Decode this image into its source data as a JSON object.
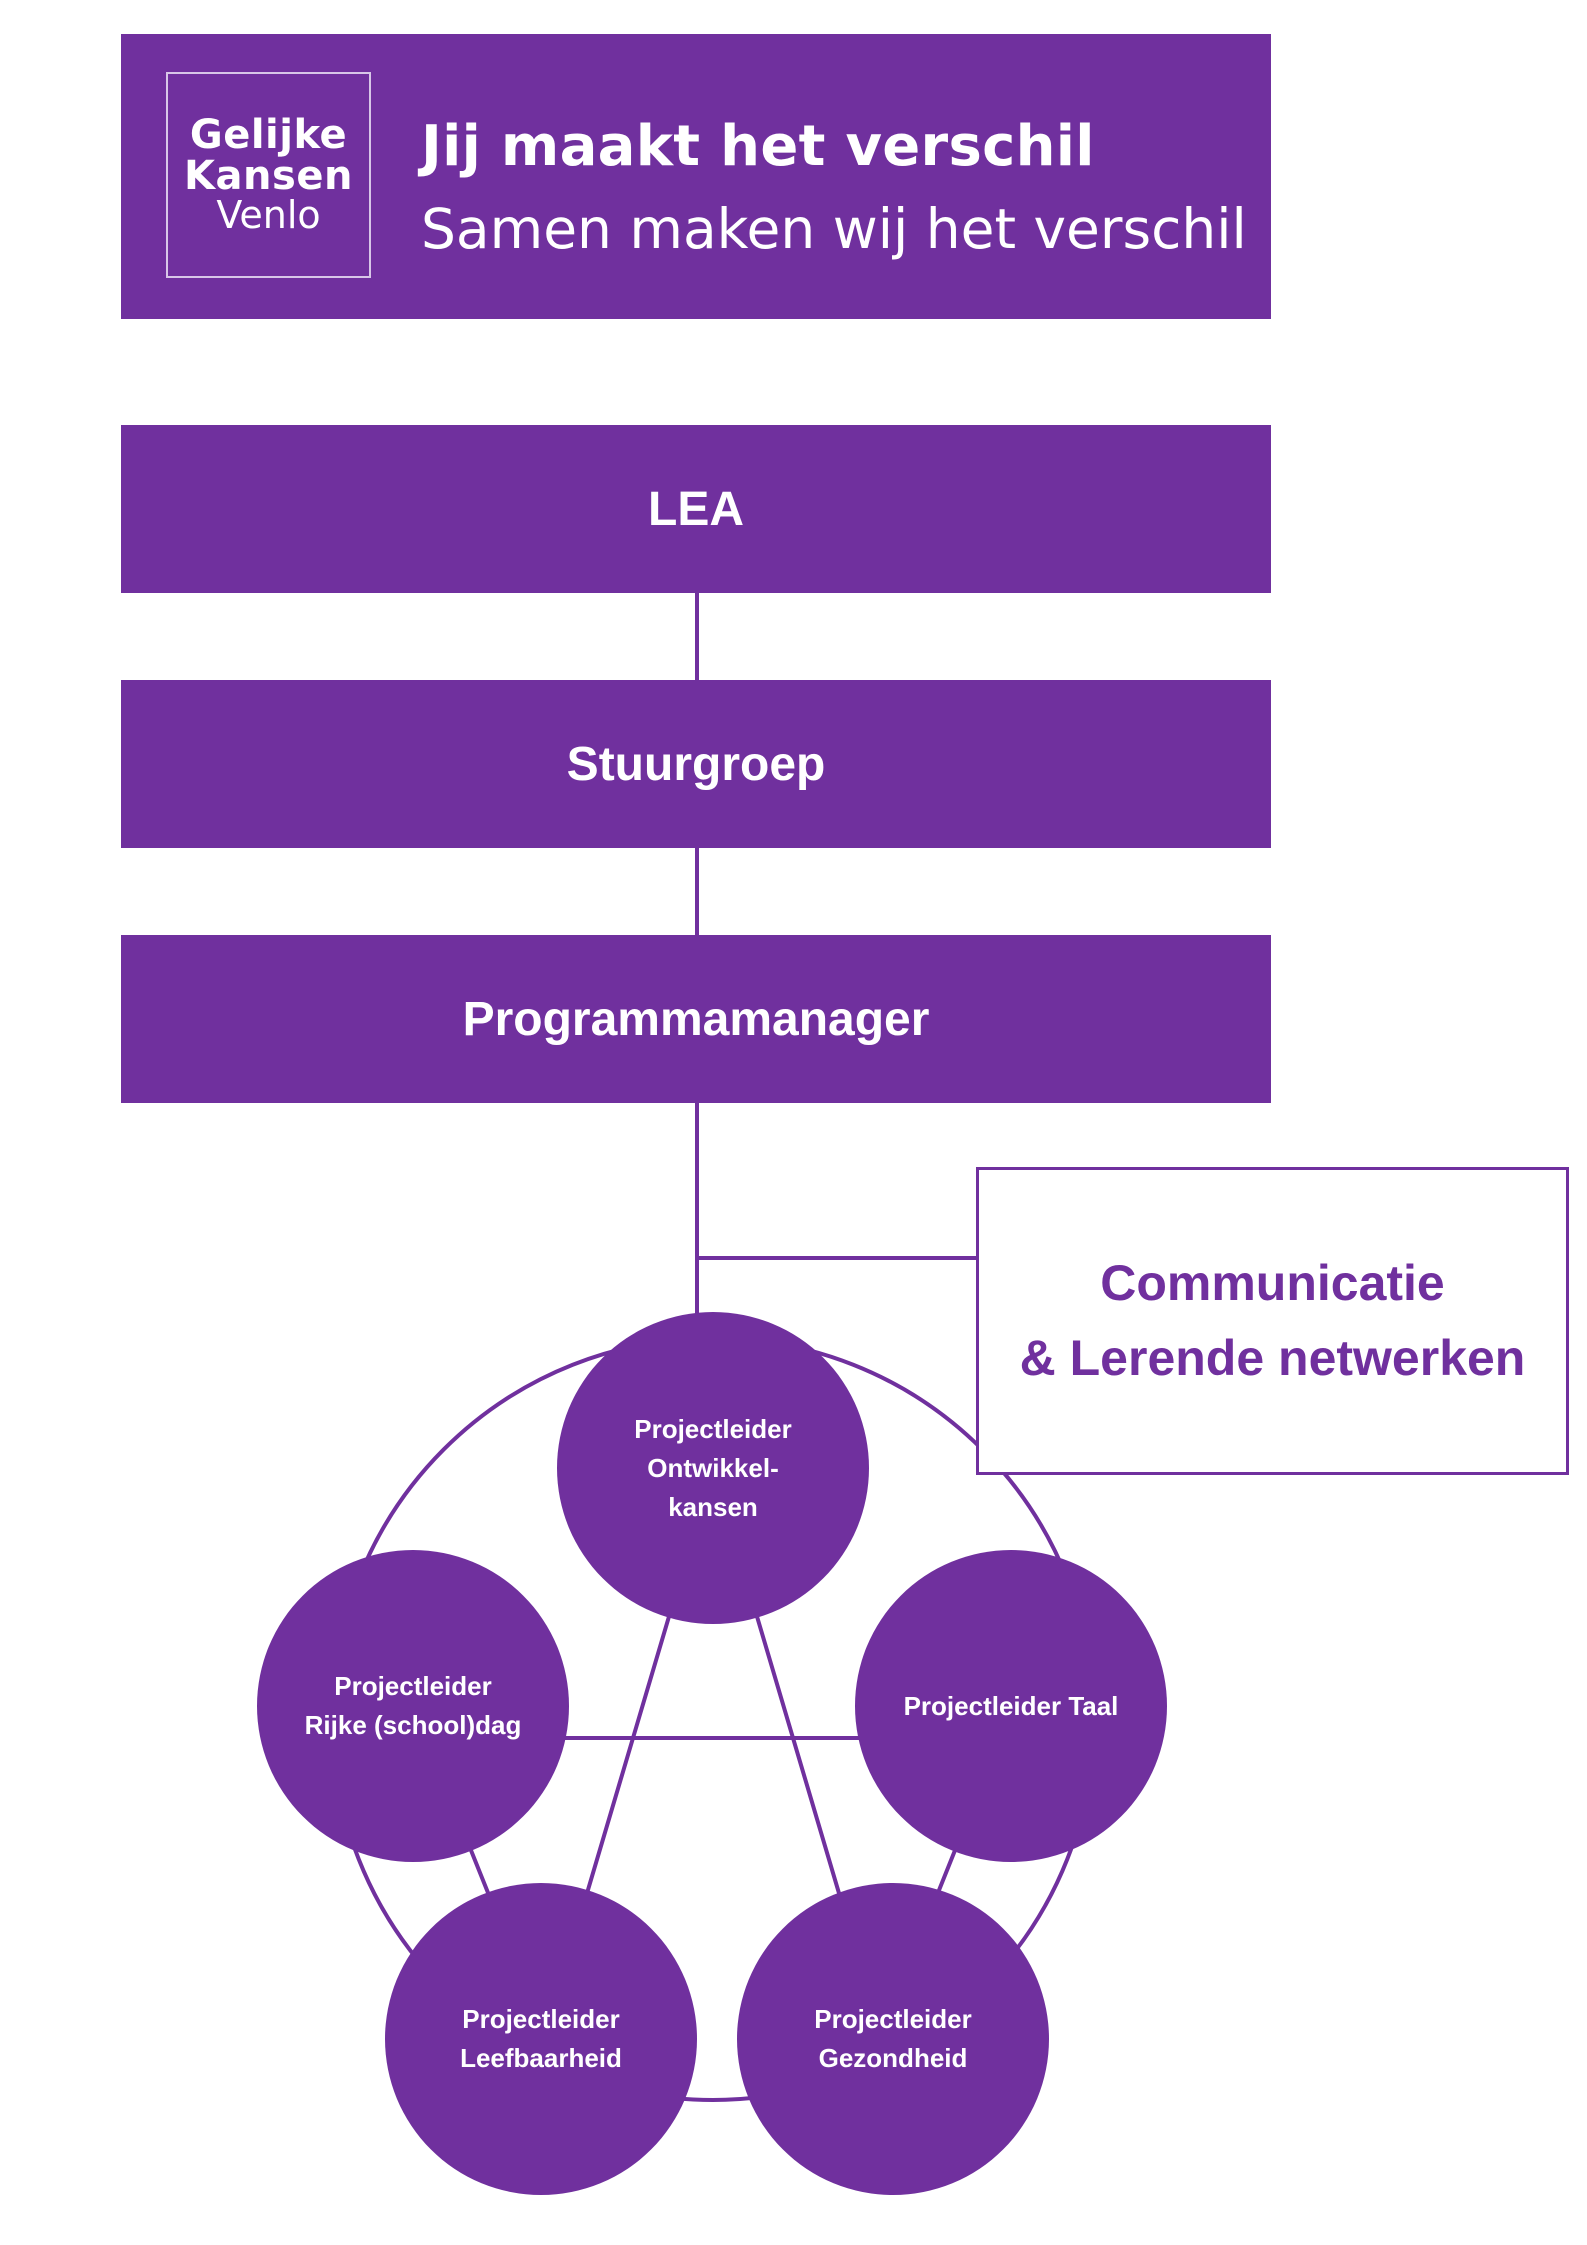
{
  "header": {
    "logo": {
      "line1": "Gelijke",
      "line2": "Kansen",
      "line3": "Venlo"
    },
    "title": "Jij maakt het verschil",
    "subtitle": "Samen maken wij het verschil"
  },
  "hierarchy": [
    {
      "label": "LEA"
    },
    {
      "label": "Stuurgroep"
    },
    {
      "label": "Programmamanager"
    }
  ],
  "side_box": {
    "line1": "Communicatie",
    "line2": "& Lerende netwerken"
  },
  "project_leads": [
    {
      "line1": "Projectleider",
      "line2": "Ontwikkel-",
      "line3": "kansen"
    },
    {
      "line1": "Projectleider",
      "line2": "Rijke (school)dag"
    },
    {
      "line1": "Projectleider Taal"
    },
    {
      "line1": "Projectleider",
      "line2": "Leefbaarheid"
    },
    {
      "line1": "Projectleider",
      "line2": "Gezondheid"
    }
  ],
  "colors": {
    "purple": "#70309e",
    "white": "#ffffff"
  }
}
